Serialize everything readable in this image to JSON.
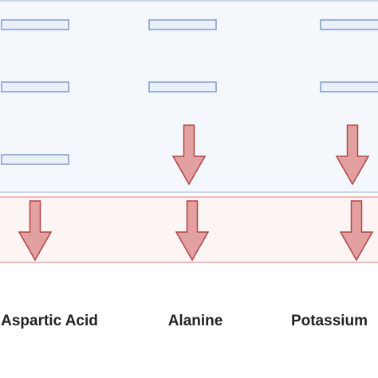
{
  "colors": {
    "upper_panel_fill": "#f4f7fb",
    "upper_panel_border": "#b8c8e0",
    "lower_panel_fill": "#fdf4f4",
    "lower_panel_border": "#e8a6a6",
    "bar_fill": "#eaf0fa",
    "bar_stroke": "#7f9ccc",
    "arrow_fill": "#e3a0a0",
    "arrow_stroke": "#b04545"
  },
  "columns": [
    {
      "name": "Aspartic Acid",
      "upper_rows": [
        "bar",
        "bar",
        "bar"
      ],
      "lower_rows": [
        "arrow-down"
      ]
    },
    {
      "name": "Alanine",
      "upper_rows": [
        "bar",
        "bar",
        "arrow-down"
      ],
      "lower_rows": [
        "arrow-down"
      ]
    },
    {
      "name": "Potassium",
      "upper_rows": [
        "bar",
        "bar",
        "arrow-down"
      ],
      "lower_rows": [
        "arrow-down"
      ]
    }
  ]
}
